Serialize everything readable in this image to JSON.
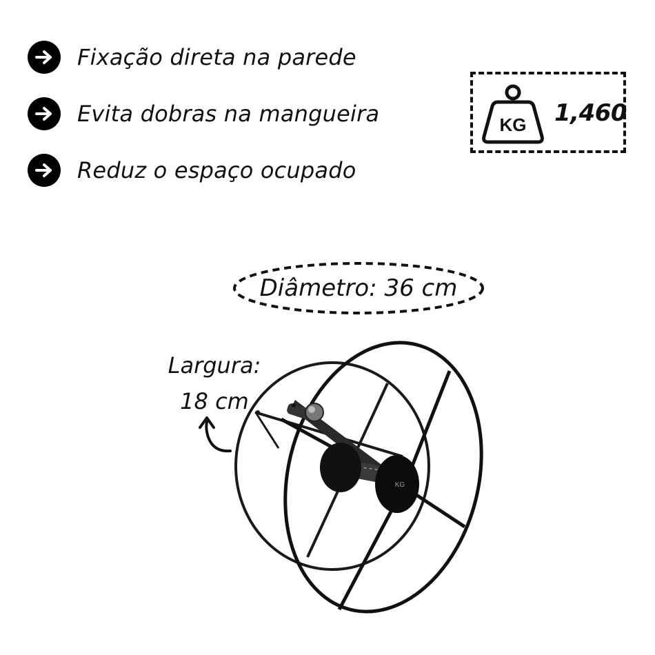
{
  "features": [
    {
      "icon": "arrow-right-icon",
      "text": "Fixação direta na parede"
    },
    {
      "icon": "arrow-right-icon",
      "text": "Evita dobras na mangueira"
    },
    {
      "icon": "arrow-right-icon",
      "text": "Reduz o espaço ocupado"
    }
  ],
  "weight": {
    "icon_label": "KG",
    "value": "1,460"
  },
  "diameter": {
    "label": "Diâmetro: 36 cm"
  },
  "width": {
    "line1": "Largura:",
    "line2": "18 cm"
  },
  "product": {
    "hub_mark": "KG"
  },
  "colors": {
    "ink": "#111111",
    "background": "#ffffff"
  }
}
